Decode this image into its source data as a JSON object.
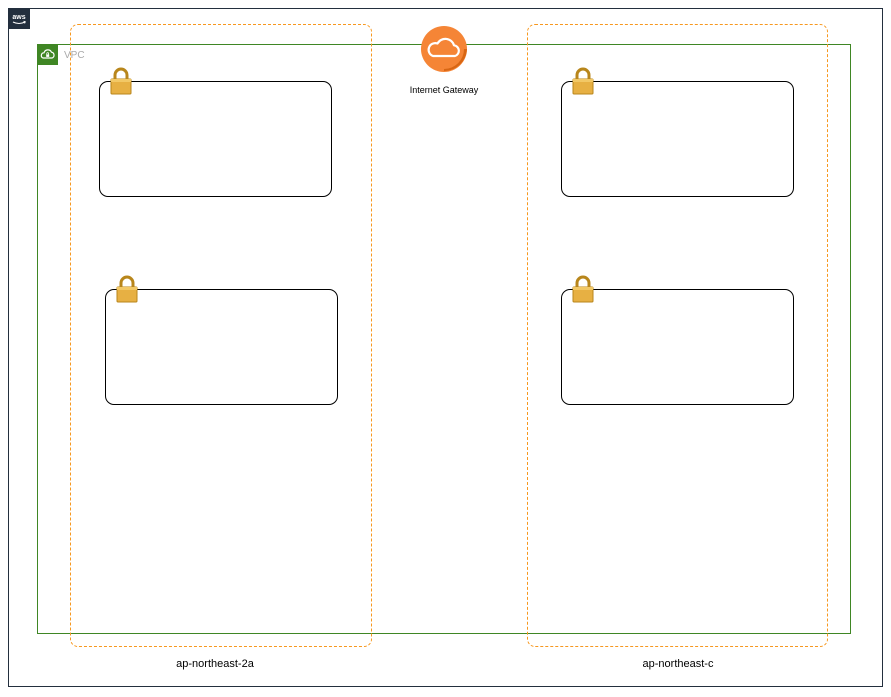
{
  "vpc": {
    "label": "VPC"
  },
  "internet_gateway": {
    "label": "Internet Gateway"
  },
  "availability_zones": [
    {
      "label": "ap-northeast-2a"
    },
    {
      "label": "ap-northeast-c"
    }
  ],
  "colors": {
    "aws_border": "#232f3e",
    "vpc_green": "#3f8624",
    "az_orange": "#f7981f",
    "gateway_orange": "#f58536",
    "lock_gold": "#e7b043"
  },
  "icons": [
    "aws-logo-icon",
    "vpc-cloud-icon",
    "internet-gateway-icon",
    "lock-icon"
  ]
}
